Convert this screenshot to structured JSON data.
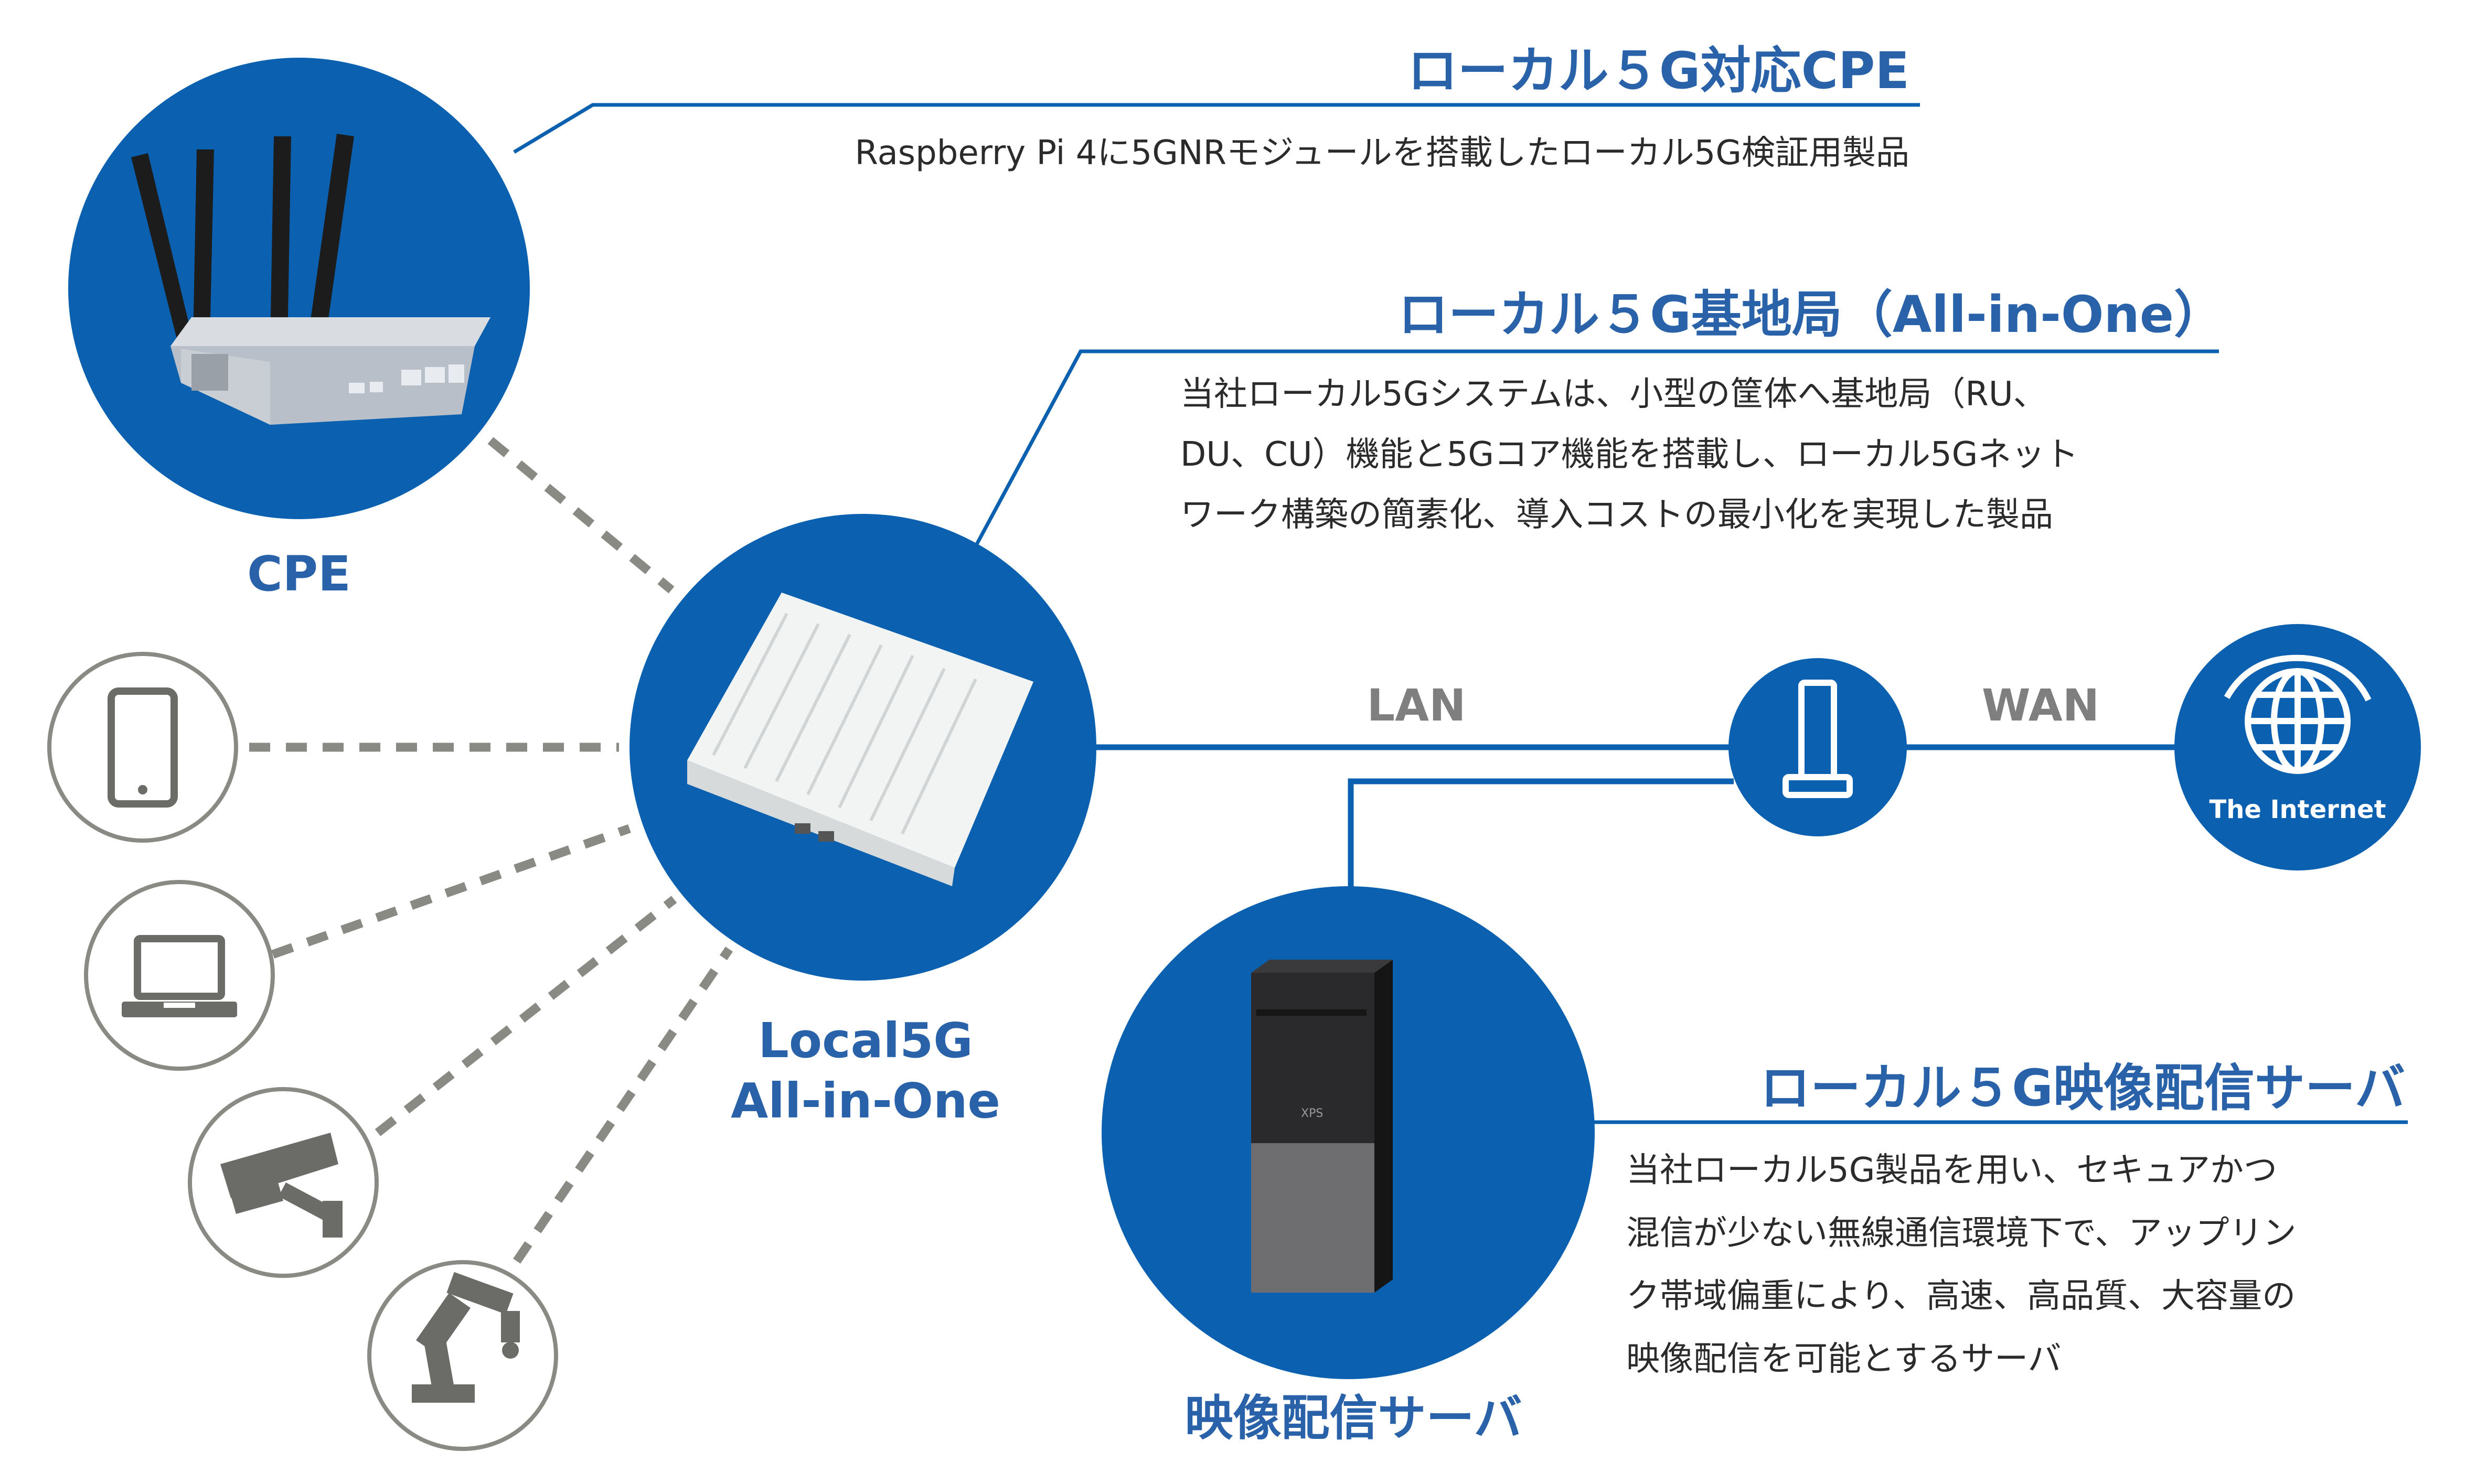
{
  "colors": {
    "brand_blue": "#0b61b0",
    "heading_blue": "#2a62aa",
    "gray": "#8a8a85",
    "body_text": "#2b2b2b"
  },
  "cpe": {
    "heading": "ローカル５G対応CPE",
    "description": "Raspberry Pi 4に5GNRモジュールを搭載したローカル5G検証用製品",
    "label": "CPE"
  },
  "allinone": {
    "heading": "ローカル５G基地局（All-in-One）",
    "description_lines": [
      "当社ローカル5Gシステムは、小型の筐体へ基地局（RU、",
      "DU、CU）機能と5Gコア機能を搭載し、ローカル5Gネット",
      "ワーク構築の簡素化、導入コストの最小化を実現した製品"
    ],
    "label_lines": [
      "Local5G",
      "All-in-One"
    ]
  },
  "server": {
    "heading": "ローカル５G映像配信サーバ",
    "description_lines": [
      "当社ローカル5G製品を用い、セキュアかつ",
      "混信が少ない無線通信環境下で、アップリン",
      "ク帯域偏重により、高速、高品質、大容量の",
      "映像配信を可能とするサーバ"
    ],
    "label": "映像配信サーバ",
    "case_text": "XPS"
  },
  "network": {
    "lan_label": "LAN",
    "wan_label": "WAN",
    "internet_label": "The Internet"
  },
  "devices": [
    {
      "name": "smartphone",
      "icon": "smartphone-icon"
    },
    {
      "name": "laptop",
      "icon": "laptop-icon"
    },
    {
      "name": "security-camera",
      "icon": "security-camera-icon"
    },
    {
      "name": "robot-arm",
      "icon": "robot-arm-icon"
    }
  ]
}
